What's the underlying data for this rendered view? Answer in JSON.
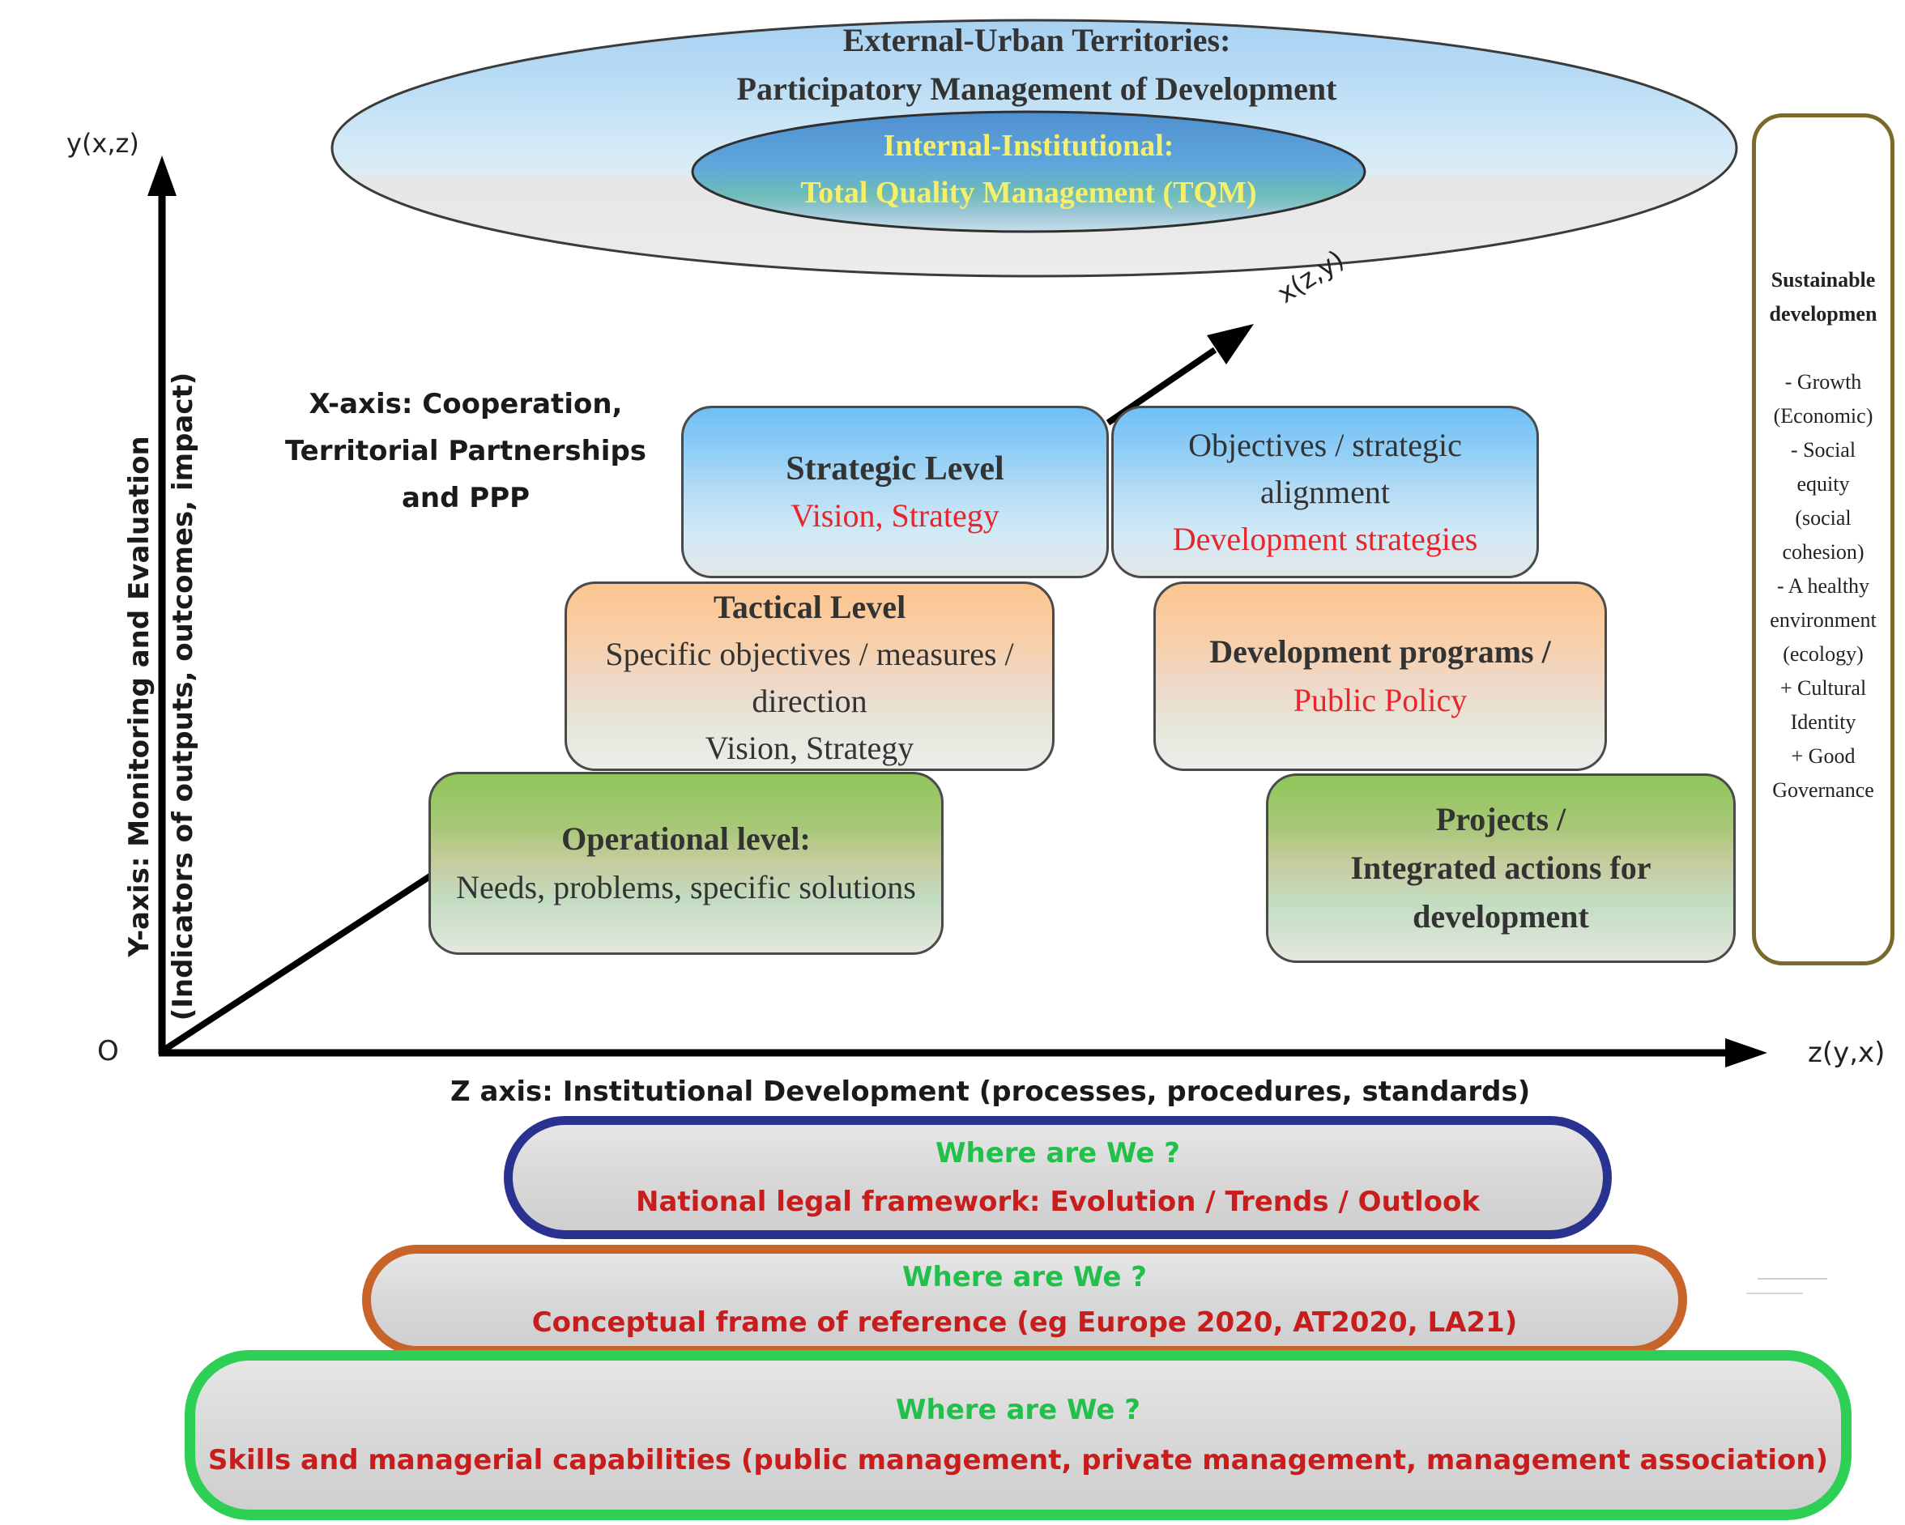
{
  "colors": {
    "axis": "#000000",
    "strategic_fill_top": "#6fc0f5",
    "strategic_fill_bottom": "#dbeef7",
    "tactical_fill_top": "#fcc590",
    "tactical_fill_bottom": "#eef0e4",
    "operational_fill_top": "#8fc65a",
    "operational_fill_bottom": "#eaeee4",
    "red_text": "#e8252b",
    "yellow_text": "#f5ef6a",
    "pill_blue_border": "#2a3290",
    "pill_orange_border": "#c8642a",
    "pill_green_border": "#2dcf55",
    "sustain_border": "#7a6a2a"
  },
  "ellipses": {
    "outer_title_line1": "External-Urban Territories:",
    "outer_title_line2": "Participatory Management of Development",
    "inner_title_line1": "Internal-Institutional:",
    "inner_title_line2": "Total Quality Management (TQM)"
  },
  "axes": {
    "y_axis_tip": "y(x,z)",
    "x_axis_tip": "x(z,y)",
    "z_axis_tip": "z(y,x)",
    "origin": "O",
    "y_axis_title_line1": "Y-axis: Monitoring and Evaluation",
    "y_axis_title_line2": "(Indicators of outputs, outcomes, impact)",
    "x_axis_title_line1": "X-axis: Cooperation,",
    "x_axis_title_line2": "Territorial Partnerships",
    "x_axis_title_line3": "and PPP",
    "z_axis_title": "Z axis: Institutional Development (processes, procedures, standards)"
  },
  "levels": {
    "strategic_title": "Strategic Level",
    "strategic_sub": "Vision, Strategy",
    "strategic_right_line1": "Objectives / strategic",
    "strategic_right_line2": "alignment",
    "strategic_right_red": "Development strategies",
    "tactical_title": "Tactical Level",
    "tactical_line1": "Specific objectives / measures /",
    "tactical_line2": "direction",
    "tactical_line3": "Vision, Strategy",
    "tactical_right_title": "Development programs /",
    "tactical_right_red": "Public Policy",
    "operational_title": "Operational level:",
    "operational_sub": "Needs, problems, specific solutions",
    "operational_right_line1": "Projects /",
    "operational_right_line2": "Integrated actions for",
    "operational_right_line3": "development"
  },
  "sustainable": {
    "title_line1": "Sustainable",
    "title_line2": "developmen",
    "lines": [
      "- Growth",
      "(Economic)",
      "- Social",
      "equity",
      "(social",
      "cohesion)",
      "- A healthy",
      "environment",
      "(ecology)",
      "+ Cultural",
      "Identity",
      "+ Good",
      "Governance"
    ]
  },
  "pills": [
    {
      "question": "Where are We ?",
      "text": "National legal framework: Evolution / Trends / Outlook"
    },
    {
      "question": "Where are We ?",
      "text": "Conceptual frame of reference (eg Europe 2020, AT2020, LA21)"
    },
    {
      "question": "Where are We ?",
      "text": "Skills and managerial capabilities (public management, private management, management association)"
    }
  ]
}
